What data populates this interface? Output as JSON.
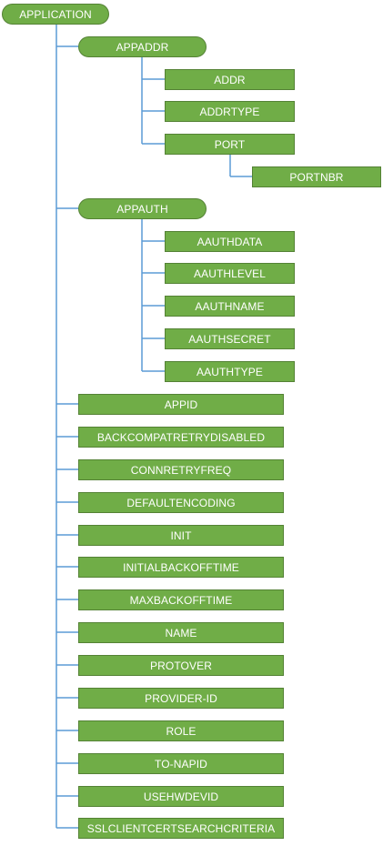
{
  "root": {
    "label": "APPLICATION"
  },
  "appaddr": {
    "label": "APPADDR",
    "children": [
      "ADDR",
      "ADDRTYPE",
      "PORT"
    ],
    "port_child": "PORTNBR"
  },
  "appauth": {
    "label": "APPAUTH",
    "children": [
      "AAUTHDATA",
      "AAUTHLEVEL",
      "AAUTHNAME",
      "AAUTHSECRET",
      "AAUTHTYPE"
    ]
  },
  "leaves": [
    "APPID",
    "BACKCOMPATRETRYDISABLED",
    "CONNRETRYFREQ",
    "DEFAULTENCODING",
    "INIT",
    "INITIALBACKOFFTIME",
    "MAXBACKOFFTIME",
    "NAME",
    "PROTOVER",
    "PROVIDER-ID",
    "ROLE",
    "TO-NAPID",
    "USEHWDEVID",
    "SSLCLIENTCERTSEARCHCRITERIA"
  ],
  "colors": {
    "node_fill": "#70ad47",
    "node_border": "#548235",
    "connector": "#5b9bd5",
    "text": "#ffffff"
  }
}
